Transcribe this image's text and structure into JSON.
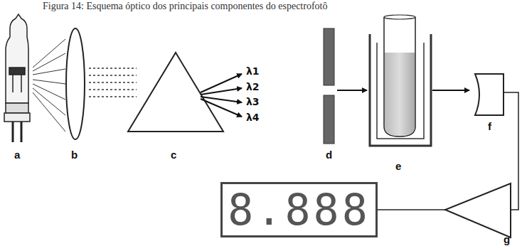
{
  "diagram": {
    "caption": "Figura 14: Esquema óptico dos principais componentes do espectrofotô",
    "nodes": [
      {
        "text": [
          "8.888"
        ]
      }
    ],
    "labels": [
      "a",
      "b",
      "c",
      "d",
      "e",
      "f",
      "g",
      "λ1",
      "λ2",
      "λ3",
      "λ4"
    ]
  }
}
